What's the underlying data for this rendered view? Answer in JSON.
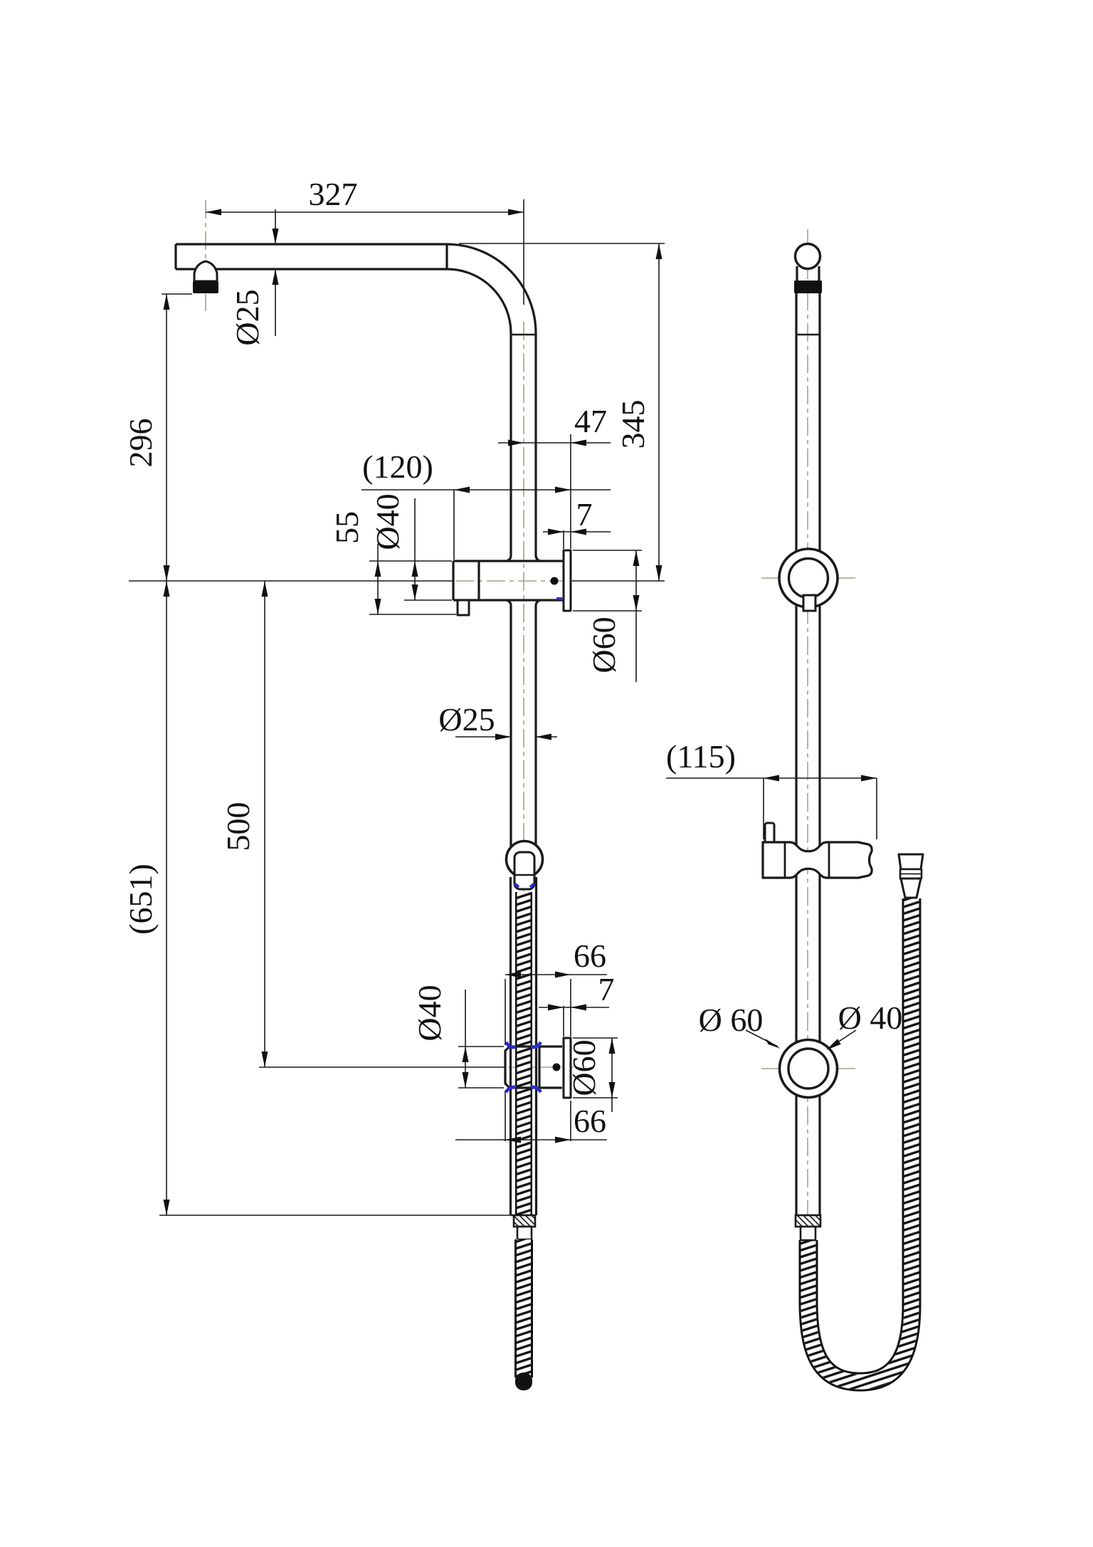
{
  "document": {
    "type": "technical-drawing",
    "description": "Two-view dimensioned CAD drawing of a shower rail column with overhead arm, diverter, slider bracket and flexible handset hose"
  },
  "colors": {
    "line": "#1a1a1a",
    "dimension": "#1a1a1a",
    "centerline": "#a8a086",
    "accent_blue": "#2b2bd0",
    "background": "#ffffff"
  },
  "dimensions": {
    "d327": "327",
    "d296": "296",
    "d651": "(651)",
    "d500": "500",
    "d25_arm": "Ø25",
    "d345": "345",
    "d120": "(120)",
    "d47": "47",
    "d55": "55",
    "d40_top": "Ø40",
    "d7_top": "7",
    "d60_top": "Ø60",
    "d25_pipe": "Ø25",
    "d66_top": "66",
    "d7_bot": "7",
    "d40_bot": "Ø40",
    "d60_bot": "Ø60",
    "d66_bot": "66",
    "d115": "(115)",
    "d60_right": "Ø 60",
    "d40_right": "Ø 40"
  }
}
